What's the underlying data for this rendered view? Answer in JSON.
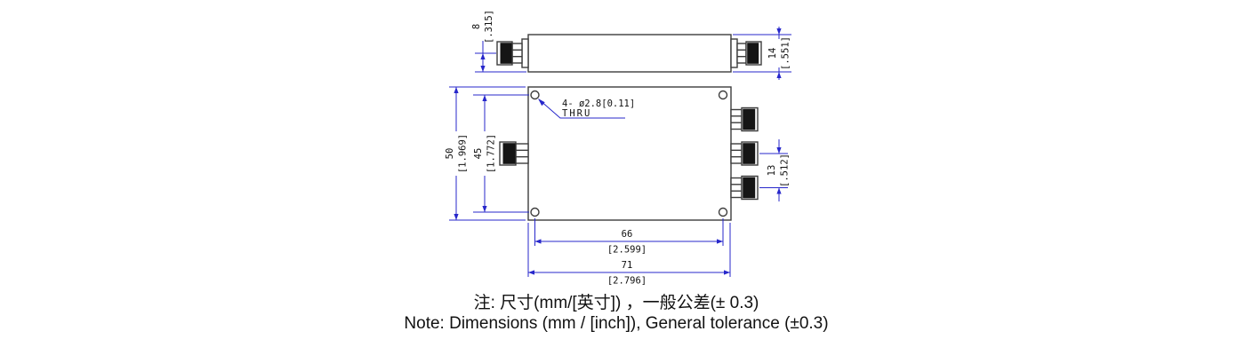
{
  "colors": {
    "dim": "#2727cb",
    "line": "#3d3d3d",
    "ink": "#111111",
    "knurl": "#151515",
    "paper": "#ffffff"
  },
  "dimensions": {
    "connector_offset": {
      "mm": "8",
      "inch": "[.315]"
    },
    "body_height": {
      "mm": "14",
      "inch": "[.551]"
    },
    "overall_height": {
      "mm": "50",
      "inch": "[1.969]"
    },
    "mount_hole_vspan": {
      "mm": "45",
      "inch": "[1.772]"
    },
    "port_pitch": {
      "mm": "13",
      "inch": "[.512]"
    },
    "mount_hole_hspan": {
      "mm": "66",
      "inch": "[2.599]"
    },
    "overall_width": {
      "mm": "71",
      "inch": "[2.796]"
    }
  },
  "callout": {
    "spec": "4- ø2.8[0.11]",
    "thru": "THRU"
  },
  "notes": {
    "cn": "注: 尺寸(mm/[英寸]) ，一般公差(± 0.3)",
    "en": "Note: Dimensions (mm / [inch]), General tolerance (±0.3)"
  }
}
